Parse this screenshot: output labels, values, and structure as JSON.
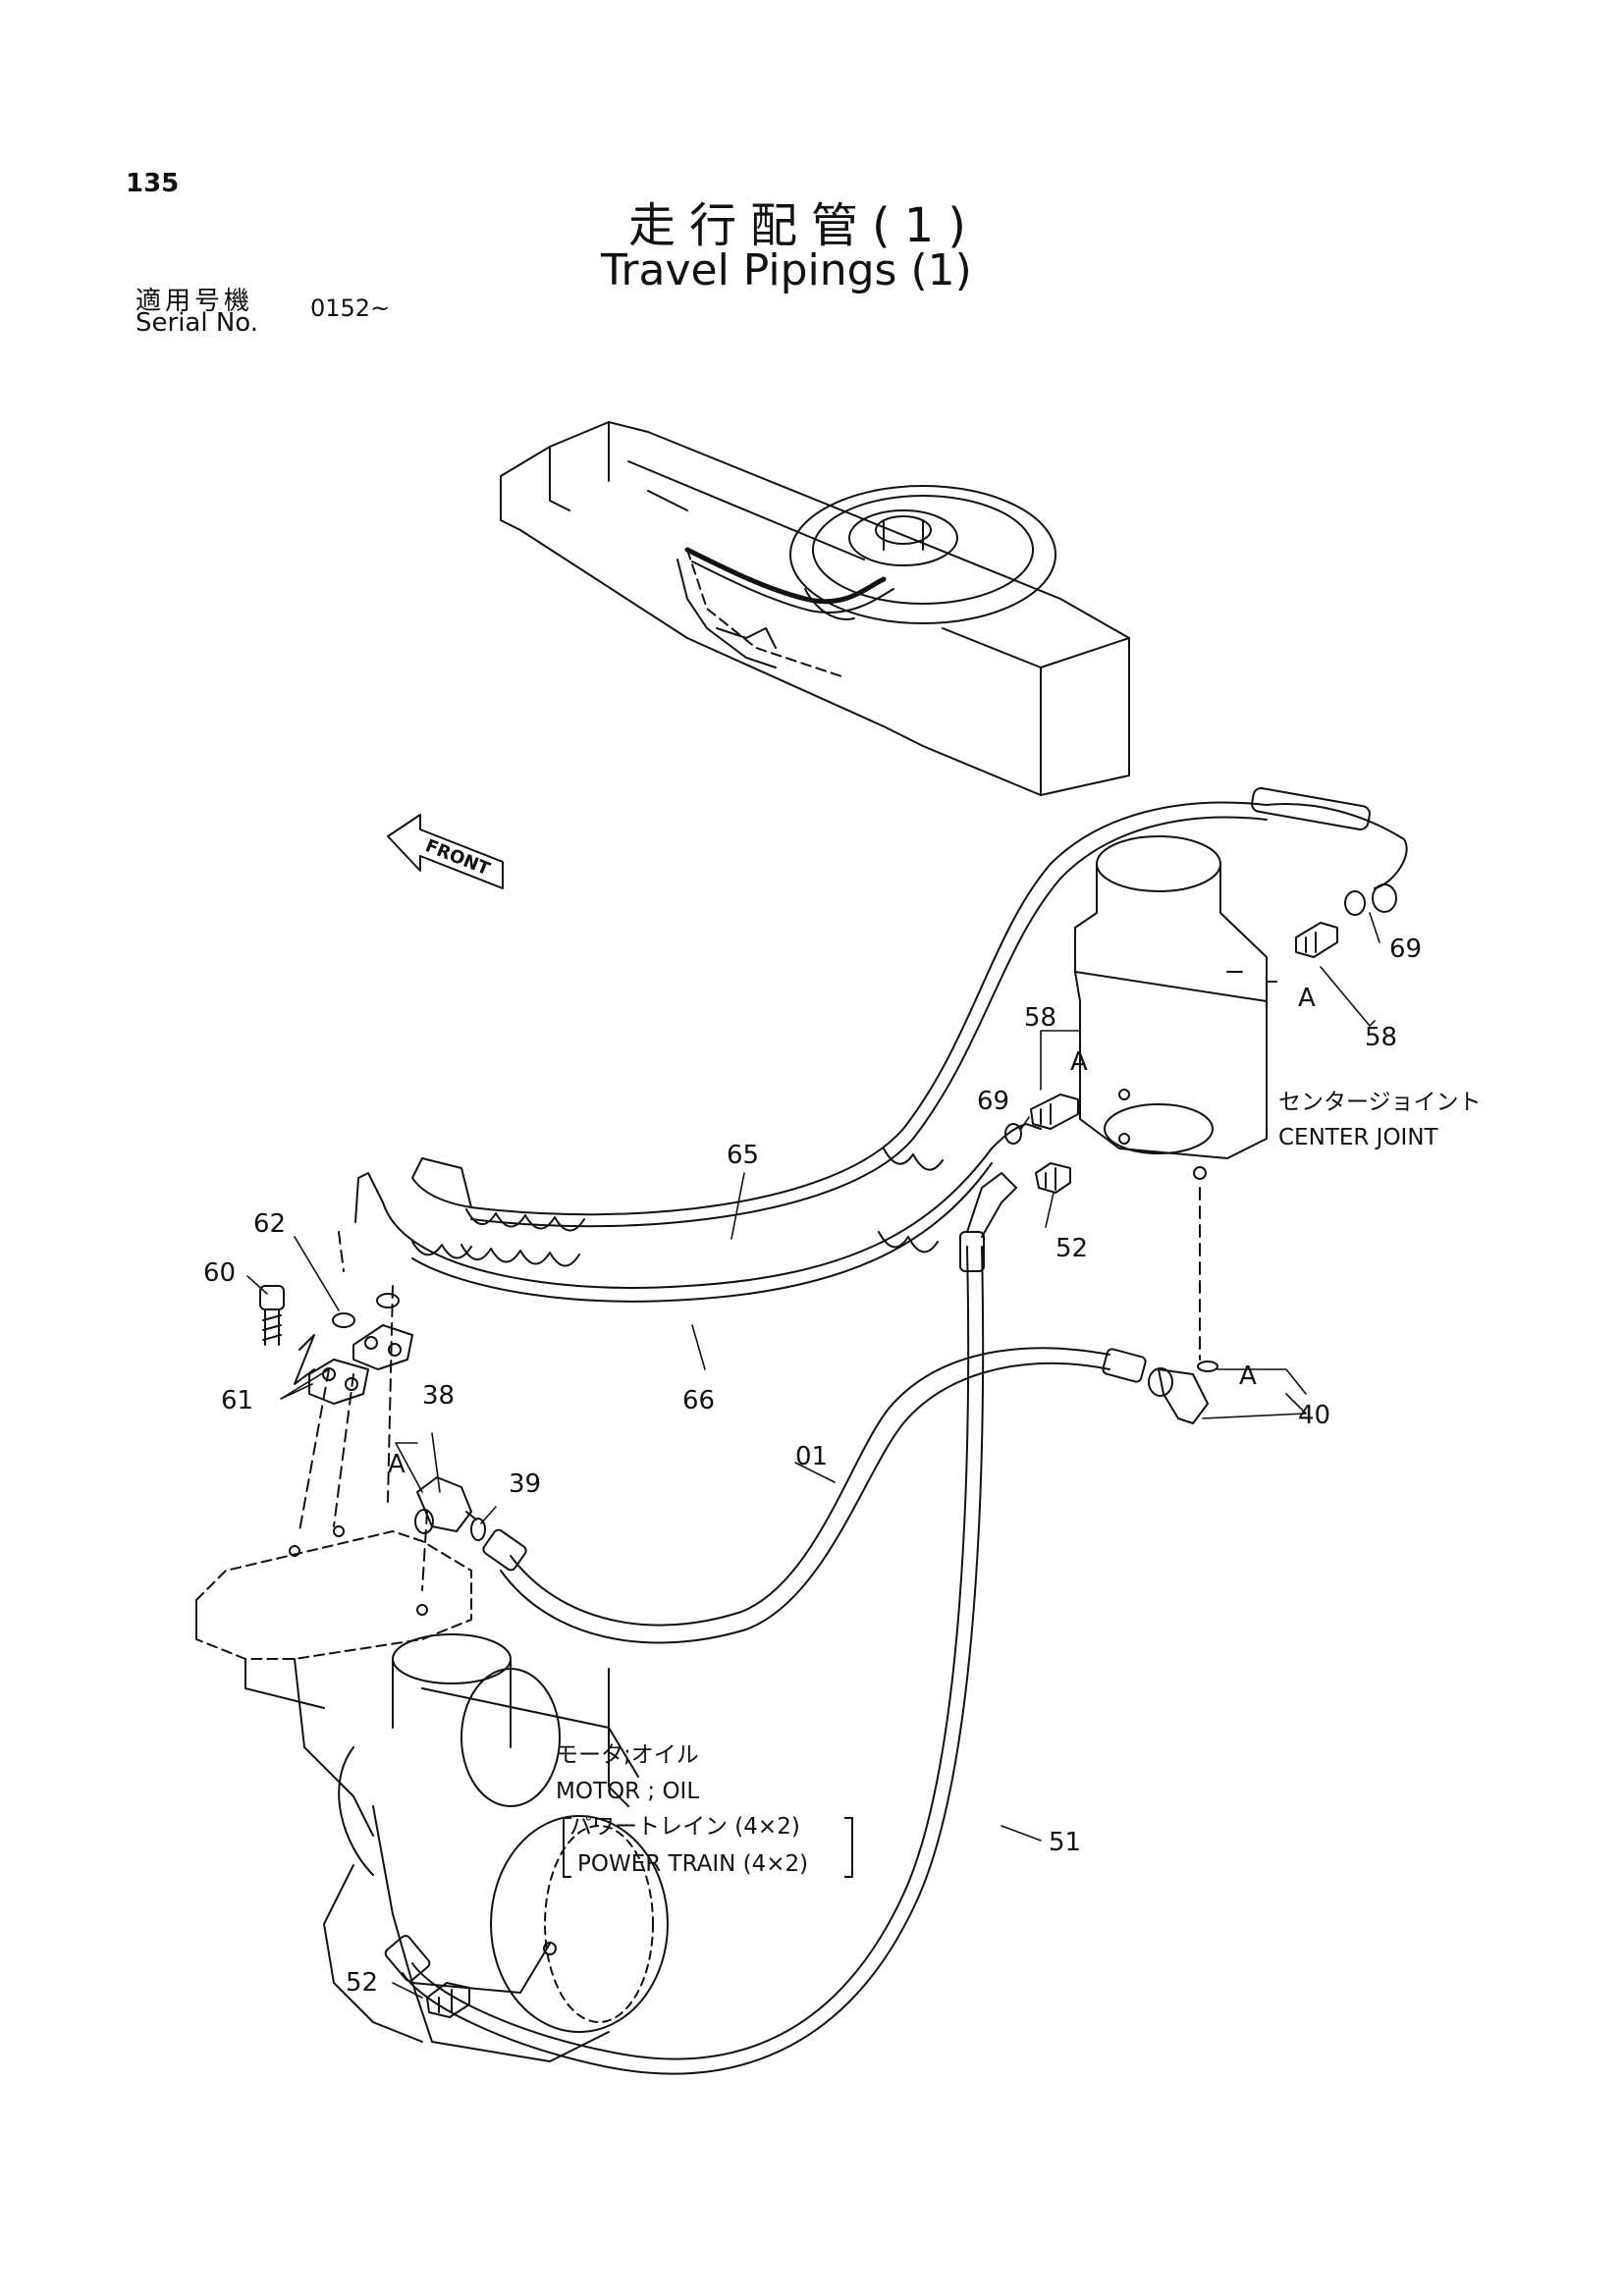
{
  "page": {
    "number": "135",
    "title_jp": "走行配管(1)",
    "title_en": "Travel Pipings (1)",
    "serial_label_jp": "適用号機",
    "serial_label_en": "Serial No.",
    "serial_value": "0152~"
  },
  "arrow": {
    "label": "FRONT"
  },
  "callouts": {
    "c01": "01",
    "c38": "38",
    "c39": "39",
    "c40": "40",
    "c51": "51",
    "c52a": "52",
    "c52b": "52",
    "c58a": "58",
    "c58b": "58",
    "c60": "60",
    "c61": "61",
    "c62": "62",
    "c65": "65",
    "c66": "66",
    "c69a": "69",
    "c69b": "69",
    "a1": "A",
    "a2": "A",
    "a3": "A",
    "a4": "A"
  },
  "captions": {
    "center_joint_jp": "センタージョイント",
    "center_joint_en": "CENTER JOINT",
    "motor_jp": "モータ;オイル",
    "motor_en": "MOTOR ; OIL",
    "power_train_jp": "パワートレイン (4×2)",
    "power_train_en": "POWER TRAIN (4×2)"
  }
}
